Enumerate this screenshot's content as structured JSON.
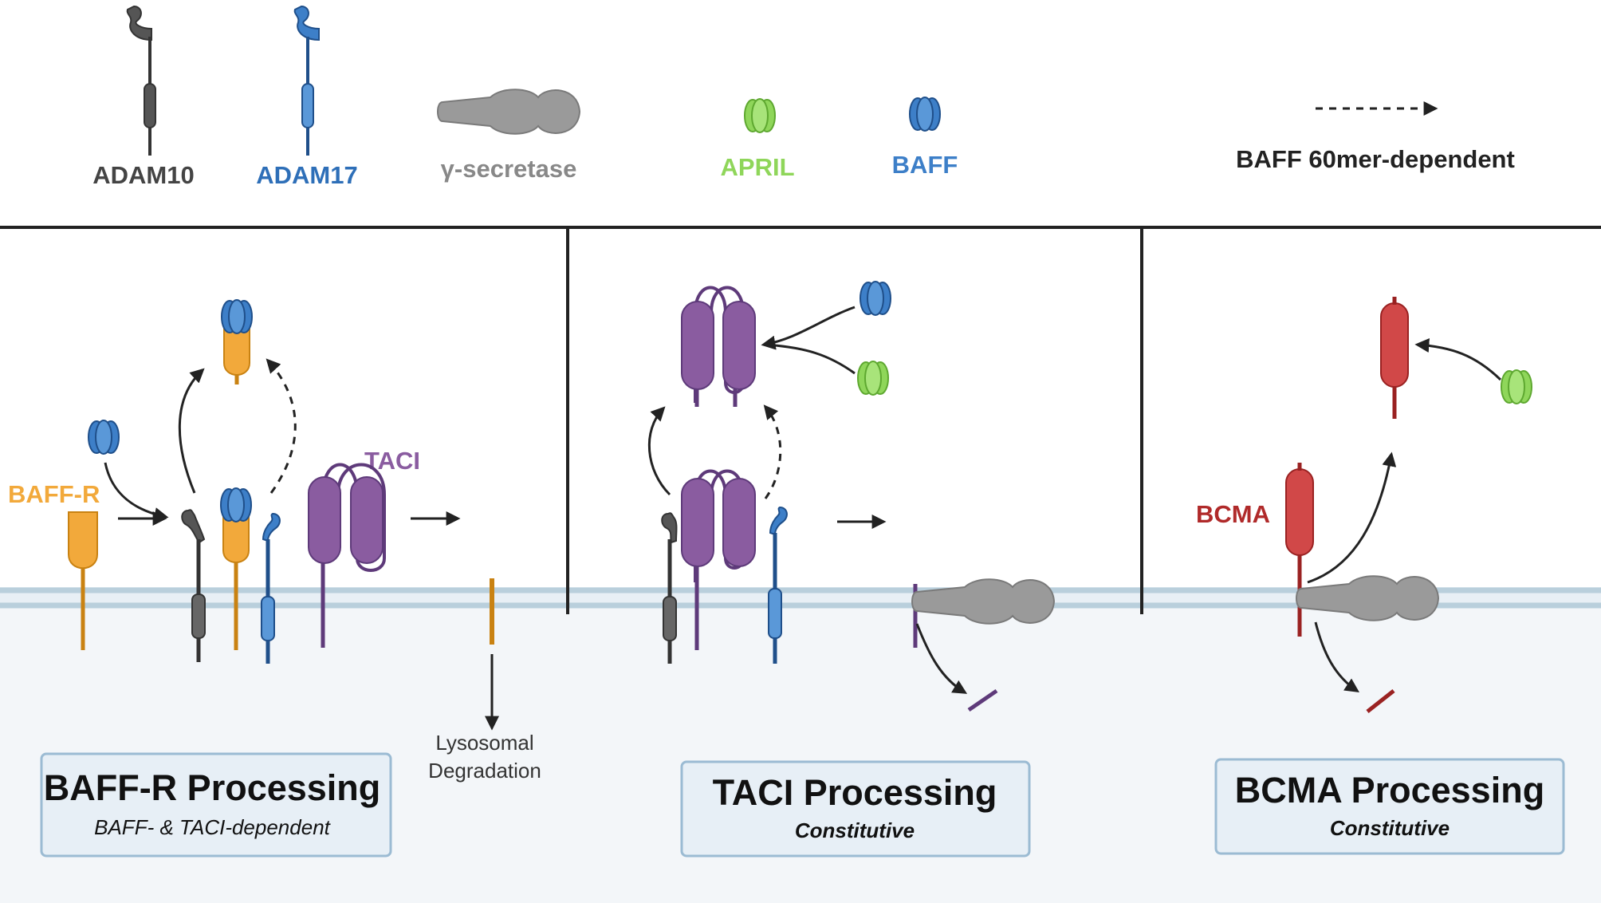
{
  "legend": {
    "adam10": "ADAM10",
    "adam17": "ADAM17",
    "gamma_secretase": "γ-secretase",
    "april": "APRIL",
    "baff": "BAFF",
    "dashed_arrow_meaning": "BAFF 60mer-dependent"
  },
  "panels": {
    "baffr": {
      "receptor_label": "BAFF-R",
      "taci_label": "TACI",
      "fate_line1": "Lysosomal",
      "fate_line2": "Degradation",
      "title": "BAFF-R Processing",
      "subtitle": "BAFF- & TACI-dependent"
    },
    "taci": {
      "title": "TACI Processing",
      "subtitle": "Constitutive"
    },
    "bcma": {
      "receptor_label": "BCMA",
      "title": "BCMA Processing",
      "subtitle": "Constitutive"
    }
  },
  "colors": {
    "adam10": "#555555",
    "adam17": "#2e5fa8",
    "gamma_secretase": "#9a9a9a",
    "april": "#8fd65a",
    "baff": "#3d7fc8",
    "baffr": "#f2a93b",
    "taci": "#8a5ca0",
    "bcma": "#d14848",
    "membrane": "#b9cfdc"
  }
}
